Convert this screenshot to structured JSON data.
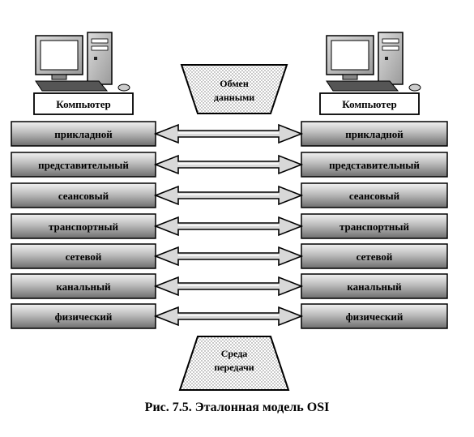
{
  "computers": {
    "left_label": "Компьютер",
    "right_label": "Компьютер"
  },
  "exchange": {
    "line1": "Обмен",
    "line2": "данными"
  },
  "medium": {
    "line1": "Среда",
    "line2": "передачи"
  },
  "layers": [
    {
      "name": "прикладной"
    },
    {
      "name": "представительный"
    },
    {
      "name": "сеансовый"
    },
    {
      "name": "транспортный"
    },
    {
      "name": "сетевой"
    },
    {
      "name": "канальный"
    },
    {
      "name": "физический"
    }
  ],
  "caption": "Рис. 7.5. Эталонная модель OSI"
}
